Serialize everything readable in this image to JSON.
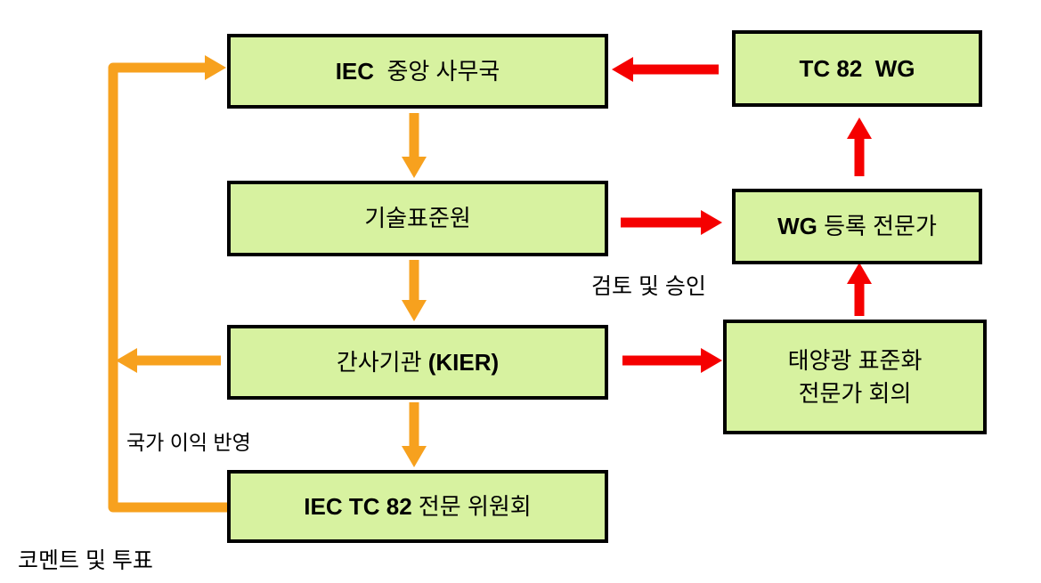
{
  "colors": {
    "background": "#ffffff",
    "box_fill": "#d7f2a0",
    "box_border": "#000000",
    "text": "#000000",
    "orange_arrow": "#f7a11e",
    "red_arrow": "#f50000"
  },
  "diagram": {
    "boxes": [
      {
        "name": "iec-central-office",
        "bold_prefix": "IEC",
        "text": "  중앙 사무국",
        "bold_suffix": ""
      },
      {
        "name": "tc82-wg",
        "bold_prefix": "TC 82  WG",
        "text": "",
        "bold_suffix": ""
      },
      {
        "name": "kats",
        "bold_prefix": "",
        "text": "기술표준원",
        "bold_suffix": ""
      },
      {
        "name": "wg-registered-expert",
        "bold_prefix": "WG",
        "text": " 등록 전문가",
        "bold_suffix": ""
      },
      {
        "name": "secretariat-kier",
        "bold_prefix": "",
        "text": "간사기관 ",
        "bold_suffix": "(KIER)"
      },
      {
        "name": "pv-standardization-expert-meeting",
        "bold_prefix": "",
        "text": "태양광 표준화\n전문가 회의",
        "bold_suffix": ""
      },
      {
        "name": "iec-tc82-expert-committee",
        "bold_prefix": "IEC TC 82",
        "text": " 전문 위원회",
        "bold_suffix": ""
      }
    ],
    "labels": {
      "review_approval": "검토 및 승인",
      "national_interest": "국가 이익 반영",
      "comment_vote": "코멘트 및 투표"
    },
    "arrows": [
      {
        "from": "tc82-wg",
        "to": "iec-central-office",
        "color": "red"
      },
      {
        "from": "iec-central-office",
        "to": "kats",
        "color": "orange"
      },
      {
        "from": "kats",
        "to": "wg-registered-expert",
        "color": "red",
        "label": "검토 및 승인"
      },
      {
        "from": "kats",
        "to": "secretariat-kier",
        "color": "orange"
      },
      {
        "from": "secretariat-kier",
        "to": "pv-standardization-expert-meeting",
        "color": "red"
      },
      {
        "from": "secretariat-kier",
        "to": "feedback-loop-line",
        "color": "orange",
        "label": "국가 이익 반영"
      },
      {
        "from": "secretariat-kier",
        "to": "iec-tc82-expert-committee",
        "color": "orange"
      },
      {
        "from": "pv-standardization-expert-meeting",
        "to": "wg-registered-expert",
        "color": "red"
      },
      {
        "from": "wg-registered-expert",
        "to": "tc82-wg",
        "color": "red"
      },
      {
        "from": "iec-tc82-expert-committee",
        "to": "iec-central-office",
        "color": "orange",
        "label": "코멘트 및 투표"
      }
    ]
  }
}
